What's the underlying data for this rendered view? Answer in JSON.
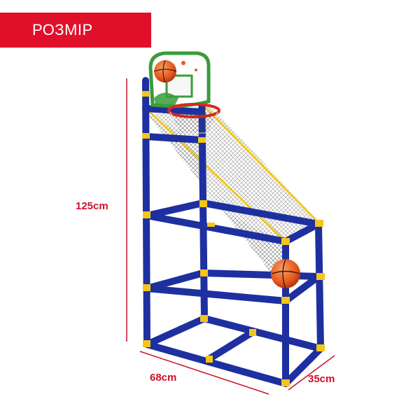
{
  "banner": {
    "title": "РОЗМІР"
  },
  "dimensions": {
    "height": "125cm",
    "width": "68cm",
    "depth": "35cm"
  },
  "colors": {
    "banner": "#e0102a",
    "dimension_text": "#d0102a",
    "dimension_line": "#c8102e",
    "frame_blue": "#1e2fa0",
    "connector_yellow": "#f5c518",
    "ball_orange": "#e8571e"
  }
}
